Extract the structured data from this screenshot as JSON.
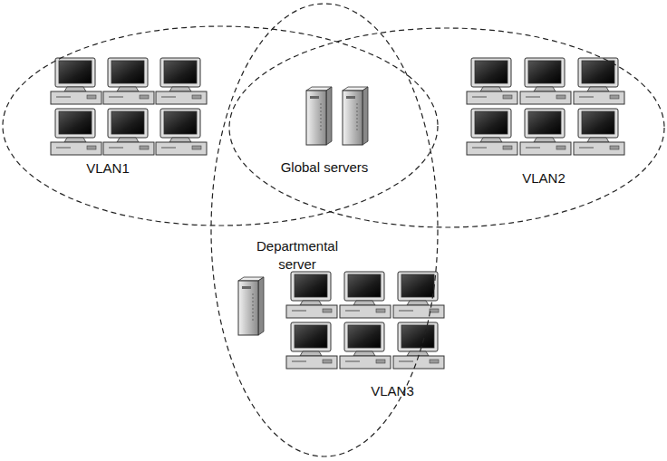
{
  "diagram": {
    "nodes": [
      {
        "text": [
          "VLAN1"
        ]
      },
      {
        "text": [
          "VLAN2"
        ]
      },
      {
        "text": [
          "VLAN3"
        ]
      }
    ],
    "labels": [
      "Global servers",
      "Departmental server"
    ]
  }
}
